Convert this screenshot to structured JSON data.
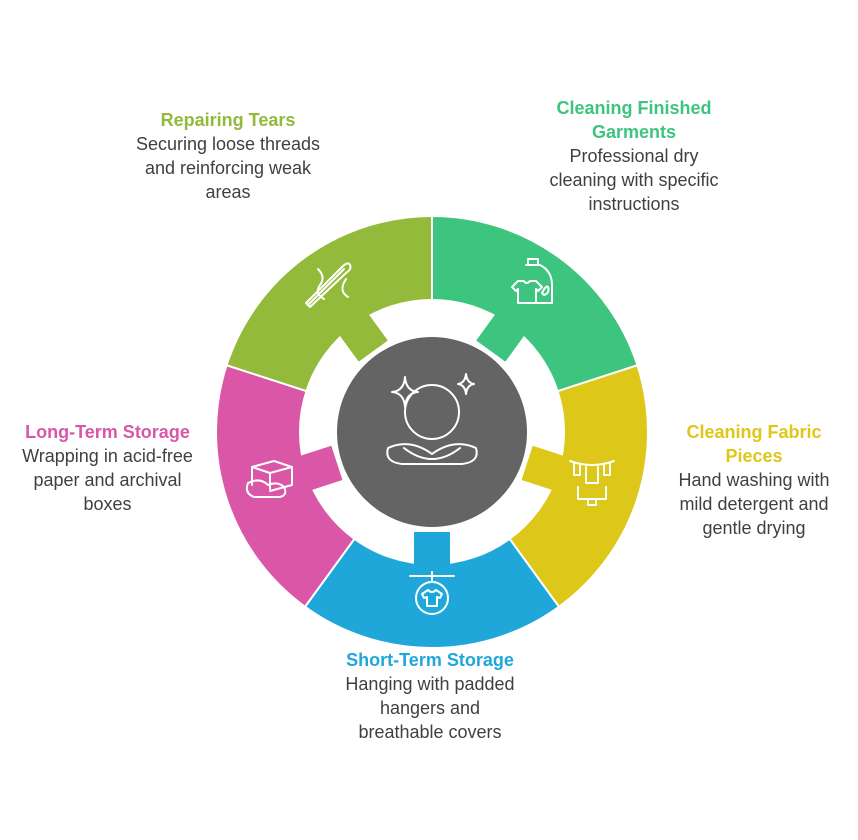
{
  "center_icon": "meditation-sparkle-icon",
  "segments": [
    {
      "id": "repairing-tears",
      "title": "Repairing Tears",
      "description": "Securing loose threads and reinforcing weak areas",
      "color": "#93BA3B",
      "icon": "needle-thread-icon"
    },
    {
      "id": "cleaning-finished-garments",
      "title": "Cleaning Finished Garments",
      "description": "Professional dry cleaning with specific instructions",
      "color": "#3DC47E",
      "icon": "detergent-shirt-icon"
    },
    {
      "id": "cleaning-fabric-pieces",
      "title": "Cleaning Fabric Pieces",
      "description": "Hand washing with mild detergent and gentle drying",
      "color": "#DDC81A",
      "icon": "clothesline-icon"
    },
    {
      "id": "short-term-storage",
      "title": "Short-Term Storage",
      "description": "Hanging with padded hangers and breathable covers",
      "color": "#1FA7DA",
      "icon": "hanger-shirt-icon"
    },
    {
      "id": "long-term-storage",
      "title": "Long-Term Storage",
      "description": "Wrapping in acid-free paper and archival boxes",
      "color": "#DA57A8",
      "icon": "archival-box-icon"
    }
  ],
  "center_color": "#646464"
}
